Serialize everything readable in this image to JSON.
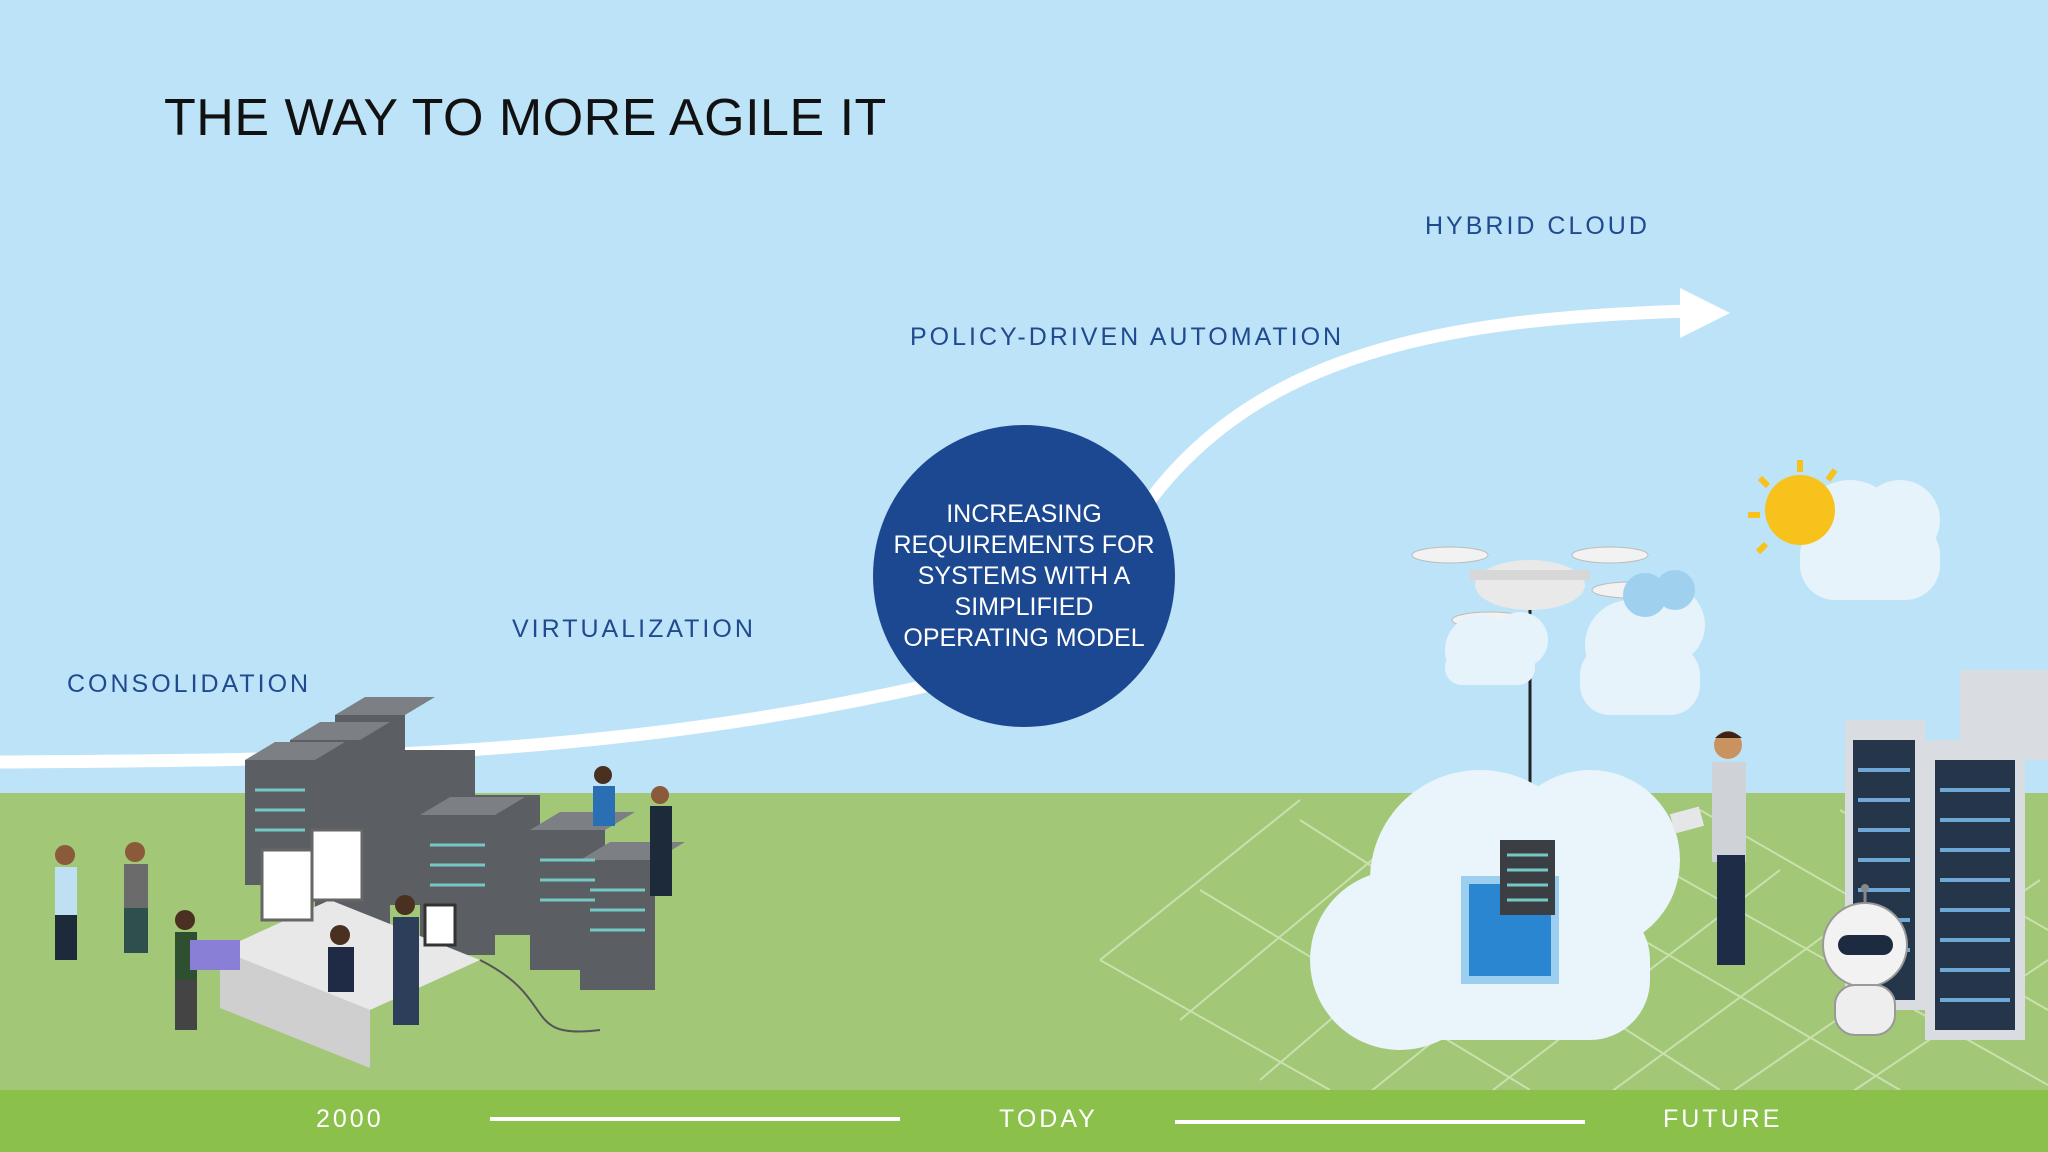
{
  "title": "THE WAY TO MORE AGILE IT",
  "stages": {
    "consolidation": "CONSOLIDATION",
    "virtualization": "VIRTUALIZATION",
    "policy": "POLICY-DRIVEN AUTOMATION",
    "hybrid": "HYBRID CLOUD"
  },
  "center_circle": {
    "text": "INCREASING\nREQUIREMENTS FOR\nSYSTEMS WITH A\nSIMPLIFIED\nOPERATING MODEL"
  },
  "timeline": {
    "start": "2000",
    "middle": "TODAY",
    "end": "FUTURE"
  },
  "colors": {
    "sky": "#bde3f8",
    "grass": "#a2c777",
    "timeline_bar": "#8bc04b",
    "accent_blue": "#1c4791",
    "label_blue": "#1f4a8f"
  },
  "icons": [
    "server-rack-icon",
    "worker-icon",
    "drone-icon",
    "cloud-icon",
    "sun-icon",
    "robot-icon",
    "businessman-icon",
    "monitor-desk-icon"
  ]
}
